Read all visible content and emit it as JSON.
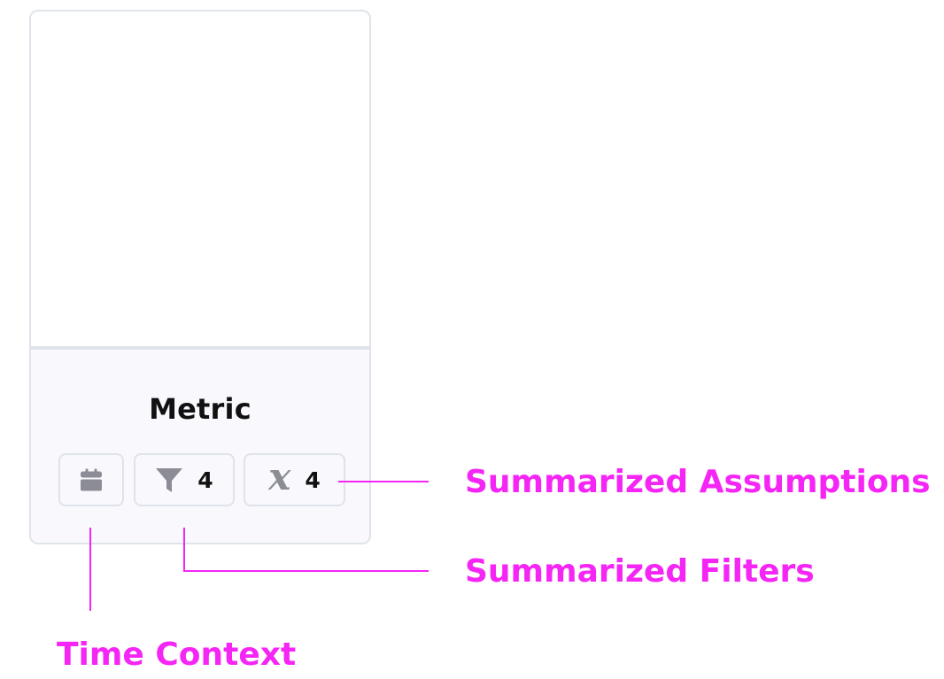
{
  "card": {
    "title": "Metric",
    "chips": {
      "time_context": {
        "icon": "calendar-icon"
      },
      "filters": {
        "icon": "filter-icon",
        "count": "4"
      },
      "assumptions": {
        "icon": "variable-x-icon",
        "glyph": "x",
        "count": "4"
      }
    }
  },
  "annotations": {
    "assumptions_label": "Summarized Assumptions",
    "filters_label": "Summarized Filters",
    "time_label": "Time Context"
  },
  "colors": {
    "annotation": "#f526f5",
    "icon": "#8c8c96",
    "border": "#dfe3ea",
    "footer_background": "#f8f8fd",
    "text": "#111111"
  }
}
